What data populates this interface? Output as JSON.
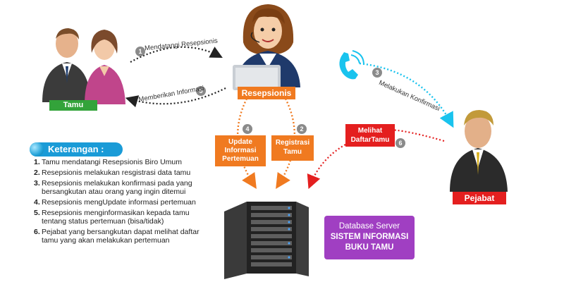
{
  "nodes": {
    "tamu": "Tamu",
    "resepsionis": "Resepsionis",
    "pejabat": "Pejabat",
    "update_info": "Update Informasi Pertemuan",
    "registrasi": "Registrasi Tamu",
    "melihat": "Melihat DaftarTamu",
    "database": [
      "Database Server",
      "SISTEM INFORMASI",
      "BUKU TAMU"
    ]
  },
  "steps": [
    {
      "num": "1",
      "label": "Mendatangi Resepsionis"
    },
    {
      "num": "2",
      "label": ""
    },
    {
      "num": "3",
      "label": "Melakukan Konfirmasi"
    },
    {
      "num": "4",
      "label": ""
    },
    {
      "num": "5",
      "label": "Memberikan Informasi"
    },
    {
      "num": "6",
      "label": ""
    }
  ],
  "legend": {
    "title": "Keterangan :",
    "items": [
      {
        "num": "1.",
        "text": "Tamu mendatangi Resepsionis Biro Umum"
      },
      {
        "num": "2.",
        "text": "Resepsionis melakukan resgistrasi data tamu"
      },
      {
        "num": "3.",
        "text": "Resepsionis melakukan konfirmasi pada yang bersangkutan atau orang yang ingin ditemui"
      },
      {
        "num": "4.",
        "text": "Resepsionis mengUpdate informasi pertemuan"
      },
      {
        "num": "5.",
        "text": "Resepsionis menginformasikan kepada tamu tentang status pertemuan (bisa/tidak)"
      },
      {
        "num": "6.",
        "text": "Pejabat yang bersangkutan dapat melihat daftar tamu yang akan melakukan pertemuan"
      }
    ]
  },
  "colors": {
    "green": "#33a33a",
    "orange": "#f07a20",
    "red": "#e41f1f",
    "purple": "#a03fc2",
    "cyan": "#19c3ee",
    "legend_blue": "#1a9bd7"
  },
  "icons": [
    "guest-people-icon",
    "receptionist-icon",
    "phone-icon",
    "official-icon",
    "server-rack-icon"
  ]
}
